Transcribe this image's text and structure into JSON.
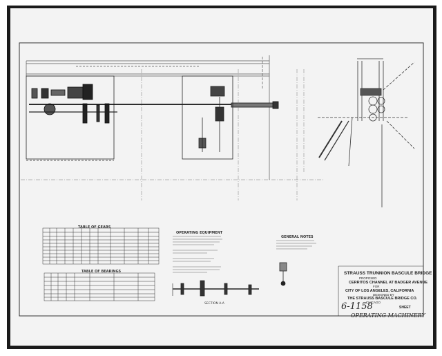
{
  "title_block": {
    "title": "STRAUSS TRUNNION BASCULE BRIDGE",
    "subtitle": "PROPOSED",
    "location_line1": "CERRITOS CHANNEL AT BADGER AVENUE",
    "location_line2": "FOR",
    "location_line3": "CITY OF LOS ANGELES, CALIFORNIA",
    "location_line4": "DESIGNED BY",
    "company": "THE STRAUSS BASCULE BRIDGE CO.",
    "company_city": "CHICAGO",
    "sheet_label": "SHEET",
    "drawing_number": "6-1158",
    "drawing_title": "OPERATING MACHINERY"
  },
  "tables": {
    "gears_title": "TABLE OF GEARS",
    "bearings_title": "TABLE OF BEARINGS"
  },
  "headings": {
    "operating_equipment": "OPERATING EQUIPMENT",
    "general_notes": "GENERAL NOTES",
    "section": "SECTION A-A"
  }
}
